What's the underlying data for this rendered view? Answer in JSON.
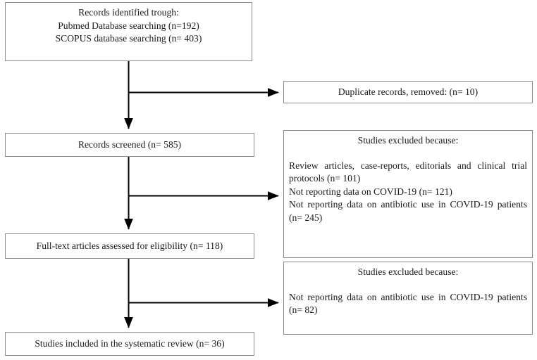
{
  "diagram": {
    "type": "prisma-flow-diagram",
    "colors": {
      "box_border": "#8d8d8d",
      "connector": "#000000",
      "background": "#ffffff",
      "text": "#1a1a1a"
    },
    "nodes": {
      "identification": {
        "name": "records-identified",
        "lines": [
          "Records identified trough:",
          "Pubmed Database searching (n=192)",
          "SCOPUS database searching (n= 403)"
        ]
      },
      "duplicates": {
        "name": "duplicate-records-removed",
        "lines": [
          "Duplicate records, removed: (n= 10)"
        ]
      },
      "screened": {
        "name": "records-screened",
        "lines": [
          "Records screened (n= 585)"
        ]
      },
      "excluded_1": {
        "name": "studies-excluded-screening",
        "header": "Studies excluded because:",
        "reasons": [
          "Review articles, case-reports, editorials and clinical trial protocols (n= 101)",
          "Not reporting data on COVID-19 (n= 121)",
          "Not reporting data on antibiotic use in COVID-19 patients (n= 245)"
        ]
      },
      "fulltext": {
        "name": "full-text-articles-assessed",
        "lines": [
          "Full-text articles assessed for eligibility (n= 118)"
        ]
      },
      "excluded_2": {
        "name": "studies-excluded-eligibility",
        "header": "Studies excluded because:",
        "reasons": [
          "Not reporting data on antibiotic use in COVID-19 patients (n= 82)"
        ]
      },
      "included": {
        "name": "studies-included",
        "lines": [
          "Studies included in the systematic review (n= 36)"
        ]
      }
    },
    "connectors": [
      {
        "name": "identification-to-screened",
        "from": "identification",
        "to": "screened",
        "direction": "down"
      },
      {
        "name": "identification-to-duplicates",
        "from": "identification",
        "to": "duplicates",
        "direction": "right"
      },
      {
        "name": "screened-to-fulltext",
        "from": "screened",
        "to": "fulltext",
        "direction": "down"
      },
      {
        "name": "screened-to-excluded-1",
        "from": "screened",
        "to": "excluded_1",
        "direction": "right"
      },
      {
        "name": "fulltext-to-included",
        "from": "fulltext",
        "to": "included",
        "direction": "down"
      },
      {
        "name": "fulltext-to-excluded-2",
        "from": "fulltext",
        "to": "excluded_2",
        "direction": "right"
      }
    ]
  }
}
